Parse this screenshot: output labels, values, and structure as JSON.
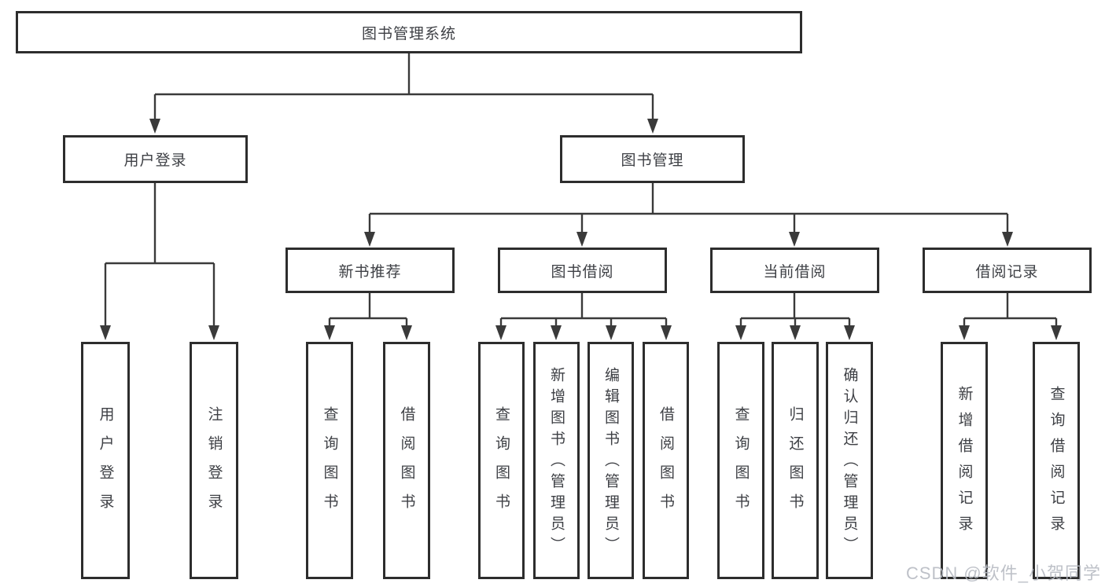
{
  "colors": {
    "border": "#2d2d2d",
    "line": "#3a3a3a",
    "text": "#3e4045",
    "watermark": "#b7bbc3"
  },
  "watermark": {
    "text": "CSDN @软件_小贺同学"
  },
  "tree": {
    "root": {
      "label": "图书管理系统"
    },
    "branches": [
      {
        "label": "用户登录",
        "children": [
          {
            "label": "用户登录"
          },
          {
            "label": "注销登录"
          }
        ]
      },
      {
        "label": "图书管理",
        "children": [
          {
            "label": "新书推荐",
            "children": [
              {
                "label": "查询图书"
              },
              {
                "label": "借阅图书"
              }
            ]
          },
          {
            "label": "图书借阅",
            "children": [
              {
                "label": "查询图书"
              },
              {
                "label": "新增图书（管理员）"
              },
              {
                "label": "编辑图书（管理员）"
              },
              {
                "label": "借阅图书"
              }
            ]
          },
          {
            "label": "当前借阅",
            "children": [
              {
                "label": "查询图书"
              },
              {
                "label": "归还图书"
              },
              {
                "label": "确认归还（管理员）"
              }
            ]
          },
          {
            "label": "借阅记录",
            "children": [
              {
                "label": "新增借阅记录"
              },
              {
                "label": "查询借阅记录"
              }
            ]
          }
        ]
      }
    ]
  }
}
